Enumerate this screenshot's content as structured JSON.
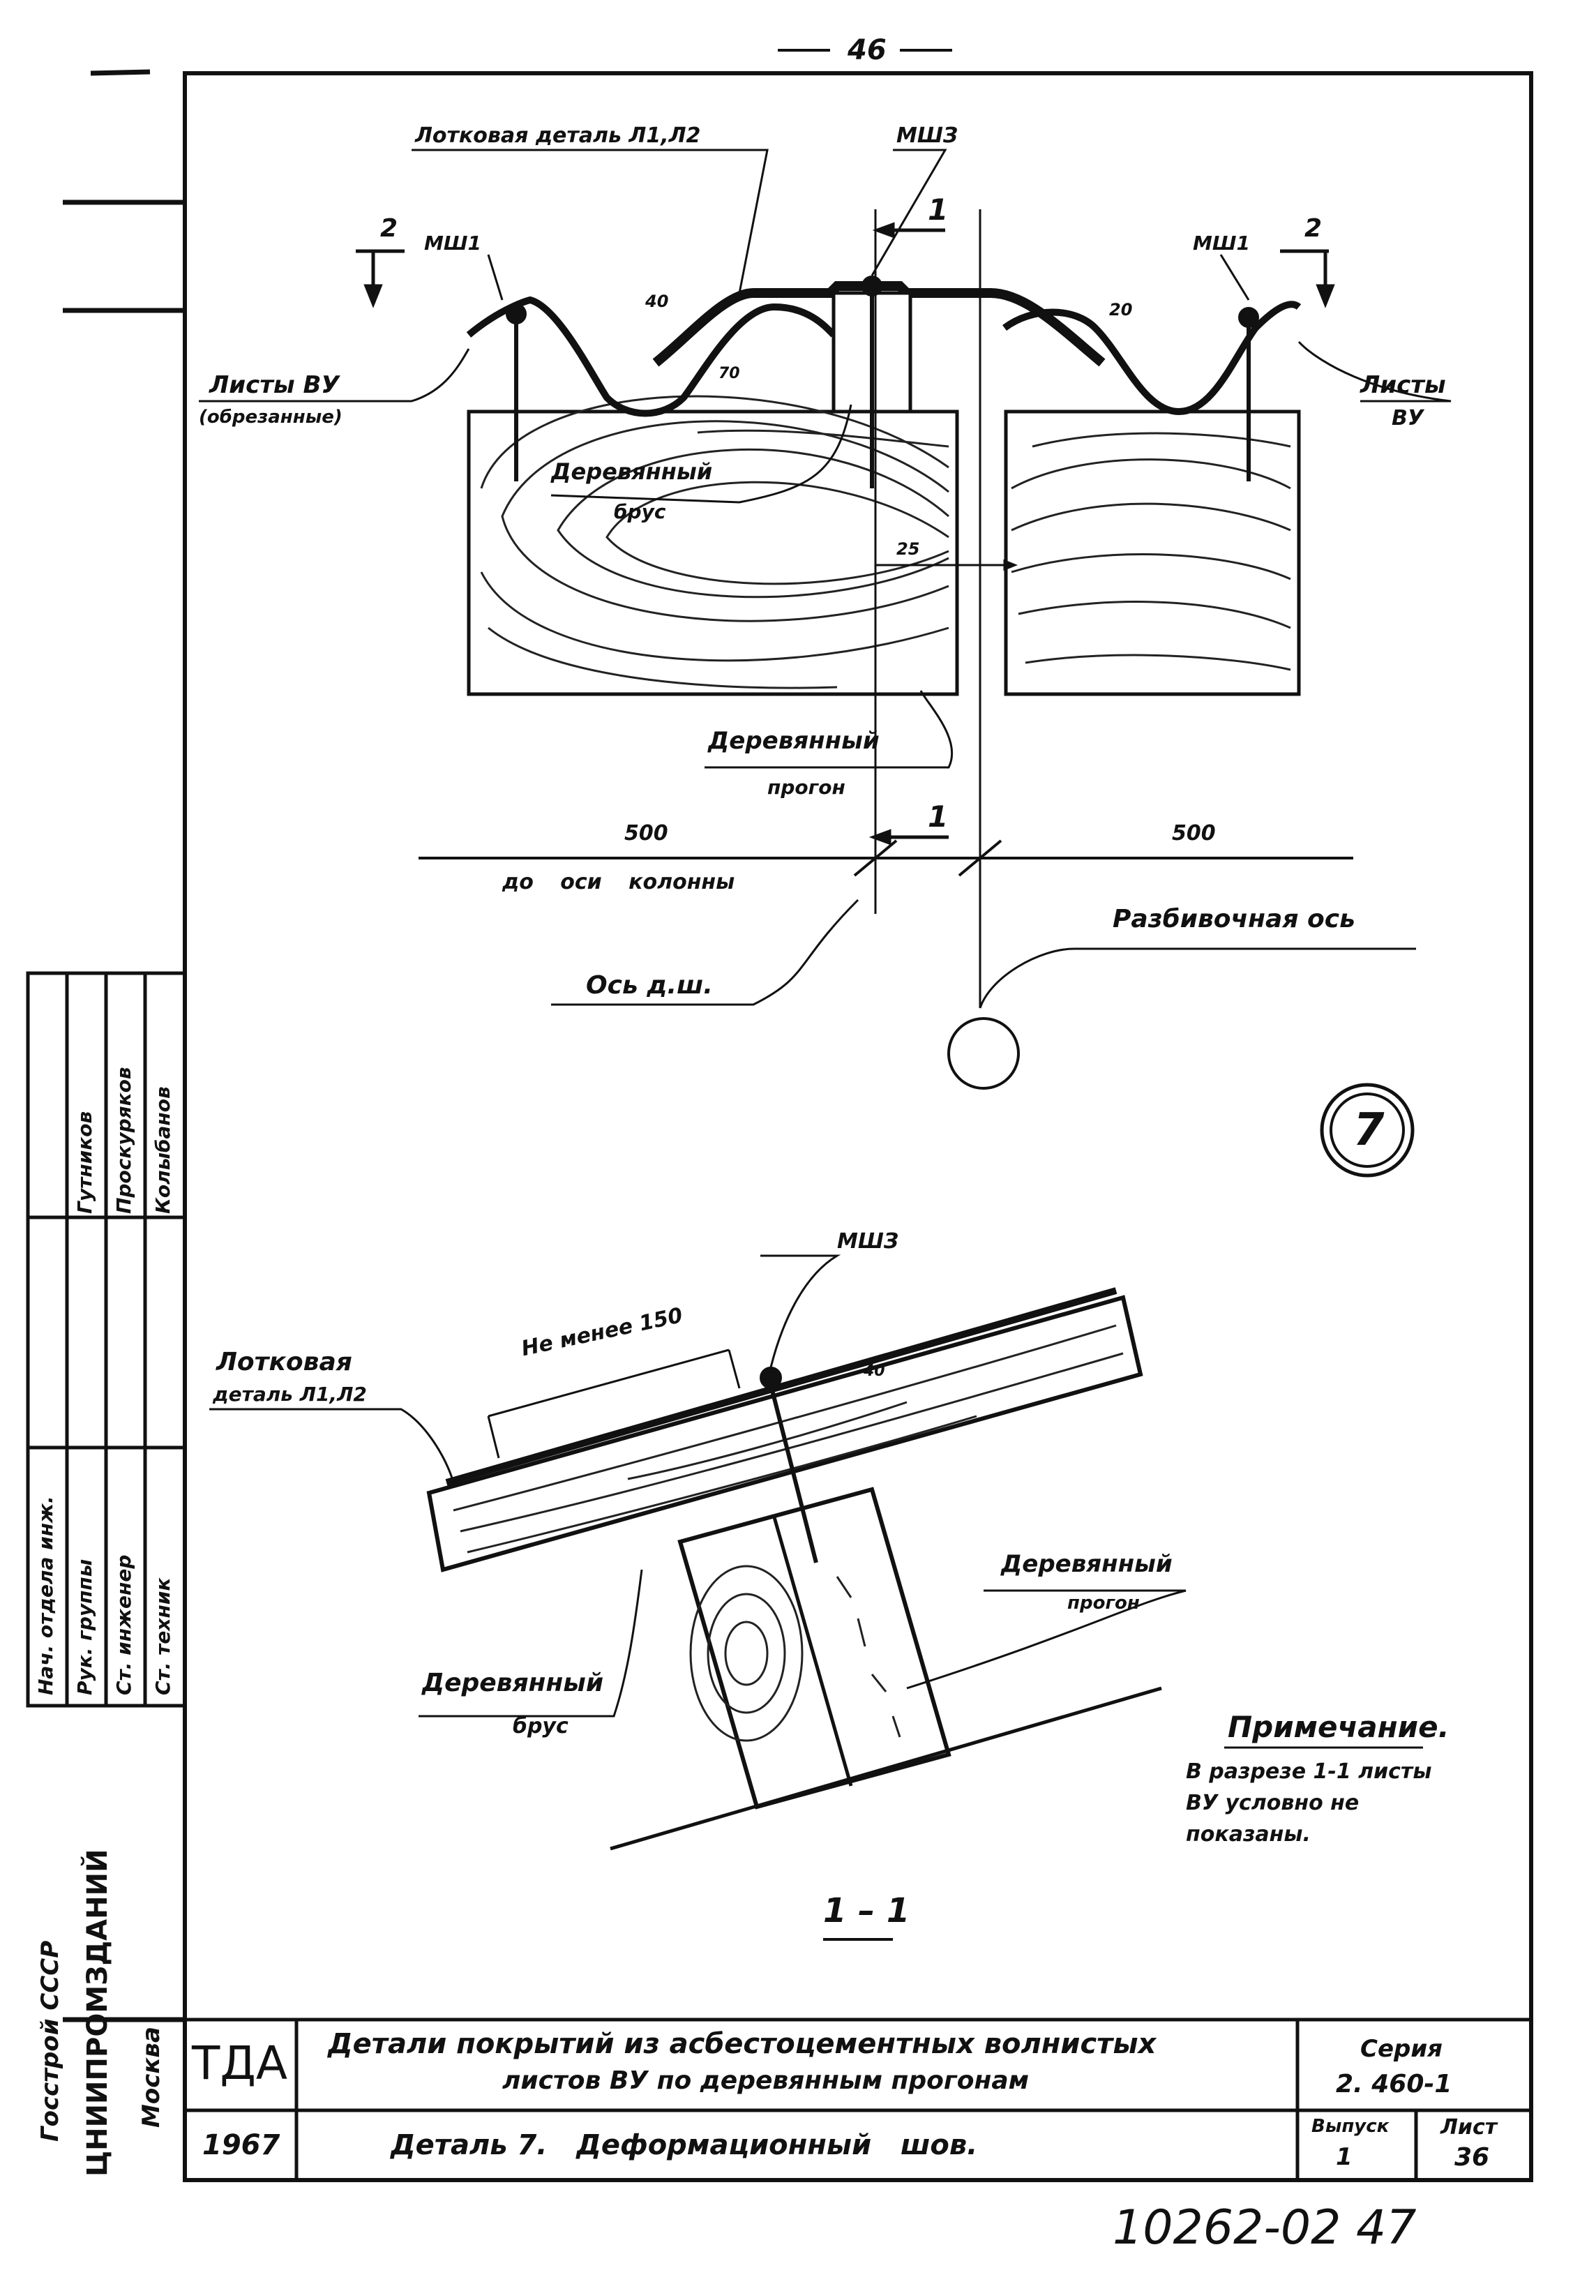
{
  "page_number": "46",
  "top_view": {
    "cap_label": "Лотковая деталь Л1,Л2",
    "mshZ": "МШЗ",
    "msh1_left": "МШ1",
    "msh1_right": "МШ1",
    "section_2_left": "2",
    "section_2_right": "2",
    "section_1_top": "1",
    "section_1_bottom": "1",
    "dim_40": "40",
    "dim_20": "20",
    "dim_70": "70",
    "dim_25": "25",
    "sheets_left_1": "Листы ВУ",
    "sheets_left_2": "(обрезанные)",
    "sheets_right_1": "Листы",
    "sheets_right_2": "ВУ",
    "beam_1": "Деревянный",
    "beam_2": "брус",
    "purlin_1": "Деревянный",
    "purlin_2": "прогон",
    "dim_500_left": "500",
    "dim_500_right": "500",
    "to_axis": "до оси колонны",
    "axis_dsh": "Ось д.ш.",
    "axis_break": "Разбивочная ось",
    "detail_no": "7"
  },
  "section_view": {
    "mshZ": "МШЗ",
    "min_length": "Не менее 150",
    "dim_40": "40",
    "tray_1": "Лотковая",
    "tray_2": "деталь Л1,Л2",
    "purlin_1": "Деревянный",
    "purlin_2": "прогон",
    "beam_1": "Деревянный",
    "beam_2": "брус",
    "caption": "1 – 1"
  },
  "note": {
    "title": "Примечание.",
    "line1": "В разрезе 1-1 листы",
    "line2": "ВУ условно не",
    "line3": "показаны."
  },
  "side_stamp": {
    "org1": "Госстрой СССР",
    "org2": "ЦНИИПРОМЗДАНИЙ",
    "city": "Москва",
    "roles": [
      "Нач. отдела инж.",
      "Рук. группы",
      "Ст. инженер",
      "Ст. техник"
    ],
    "names": [
      "Гутников",
      "Проскуряков",
      "Колыбанов"
    ]
  },
  "title_block": {
    "logo": "ТДА",
    "year": "1967",
    "title_line1": "Детали покрытий из асбестоцементных волнистых",
    "title_line2": "листов ВУ по деревянным прогонам",
    "detail_line": "Деталь 7.   Деформационный   шов.",
    "series_label": "Серия",
    "series_value": "2. 460-1",
    "issue_label": "Выпуск",
    "issue_value": "1",
    "sheet_label": "Лист",
    "sheet_value": "36"
  },
  "archive_number": "10262-02 47"
}
